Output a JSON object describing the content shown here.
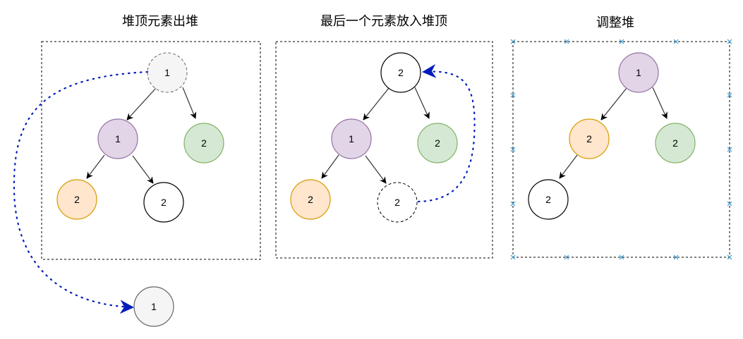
{
  "panels": [
    {
      "title": "堆顶元素出堆",
      "nodes": [
        {
          "label": "1",
          "style": "removed"
        },
        {
          "label": "1",
          "style": "purple"
        },
        {
          "label": "2",
          "style": "green"
        },
        {
          "label": "2",
          "style": "orange"
        },
        {
          "label": "2",
          "style": "plain"
        }
      ]
    },
    {
      "title": "最后一个元素放入堆顶",
      "nodes": [
        {
          "label": "2",
          "style": "plain"
        },
        {
          "label": "1",
          "style": "purple"
        },
        {
          "label": "2",
          "style": "green"
        },
        {
          "label": "2",
          "style": "orange"
        },
        {
          "label": "2",
          "style": "dashed-plain"
        }
      ]
    },
    {
      "title": "调整堆",
      "nodes": [
        {
          "label": "1",
          "style": "purple"
        },
        {
          "label": "2",
          "style": "orange"
        },
        {
          "label": "2",
          "style": "green"
        },
        {
          "label": "2",
          "style": "plain"
        }
      ]
    }
  ],
  "popped_node": {
    "label": "1",
    "style": "popped"
  },
  "colors": {
    "purple_fill": "#e1d5e7",
    "purple_stroke": "#9673a6",
    "green_fill": "#d5e8d4",
    "green_stroke": "#82b366",
    "orange_fill": "#ffe6cc",
    "orange_stroke": "#d79b00",
    "removed_fill": "#f5f5f5",
    "removed_stroke": "#666666",
    "popped_fill": "#f5f5f5",
    "popped_stroke": "#666666",
    "plain_fill": "#ffffff",
    "plain_stroke": "#000000",
    "dotted_arrow": "#001dbc",
    "selection_handle": "#3d9bd1"
  }
}
